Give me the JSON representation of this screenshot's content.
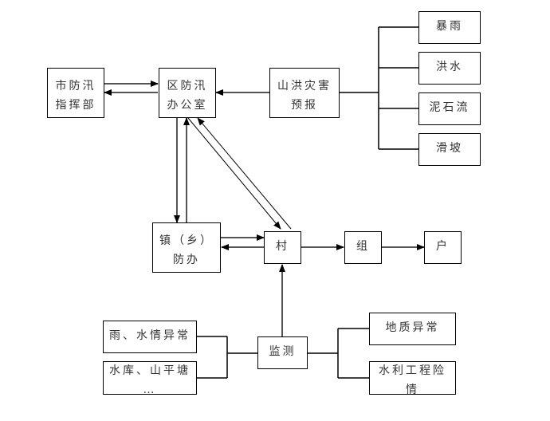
{
  "diagram": {
    "type": "flowchart",
    "nodes": {
      "city_hq": {
        "line1": "市防汛",
        "line2": "指挥部"
      },
      "district_office": {
        "line1": "区防汛",
        "line2": "办公室"
      },
      "flood_warning": {
        "line1": "山洪灾害",
        "line2": "预报"
      },
      "rainstorm": {
        "label": "暴雨"
      },
      "flood": {
        "label": "洪水"
      },
      "debris_flow": {
        "label": "泥石流"
      },
      "landslide": {
        "label": "滑坡"
      },
      "town_office": {
        "line1": "镇（乡）",
        "line2": "防办"
      },
      "village": {
        "label": "村"
      },
      "group": {
        "label": "组"
      },
      "household": {
        "label": "户"
      },
      "monitoring": {
        "label": "监测"
      },
      "rain_water_anomaly": {
        "label": "雨、水情异常"
      },
      "reservoir": {
        "line1": "水库、山平塘",
        "line2": "…"
      },
      "geology_anomaly": {
        "label": "地质异常"
      },
      "water_project_risk": {
        "line1": "水利工程险",
        "line2": "情"
      }
    },
    "edges": [
      {
        "from": "city_hq",
        "to": "district_office"
      },
      {
        "from": "district_office",
        "to": "city_hq"
      },
      {
        "from": "flood_warning",
        "to": "district_office"
      },
      {
        "from": "rainstorm",
        "to": "flood_warning"
      },
      {
        "from": "flood",
        "to": "flood_warning"
      },
      {
        "from": "debris_flow",
        "to": "flood_warning"
      },
      {
        "from": "landslide",
        "to": "flood_warning"
      },
      {
        "from": "district_office",
        "to": "town_office"
      },
      {
        "from": "town_office",
        "to": "district_office"
      },
      {
        "from": "district_office",
        "to": "village"
      },
      {
        "from": "village",
        "to": "district_office"
      },
      {
        "from": "town_office",
        "to": "village"
      },
      {
        "from": "village",
        "to": "town_office"
      },
      {
        "from": "village",
        "to": "group"
      },
      {
        "from": "group",
        "to": "household"
      },
      {
        "from": "monitoring",
        "to": "village"
      },
      {
        "from": "rain_water_anomaly",
        "to": "monitoring"
      },
      {
        "from": "reservoir",
        "to": "monitoring"
      },
      {
        "from": "geology_anomaly",
        "to": "monitoring"
      },
      {
        "from": "water_project_risk",
        "to": "monitoring"
      }
    ]
  }
}
